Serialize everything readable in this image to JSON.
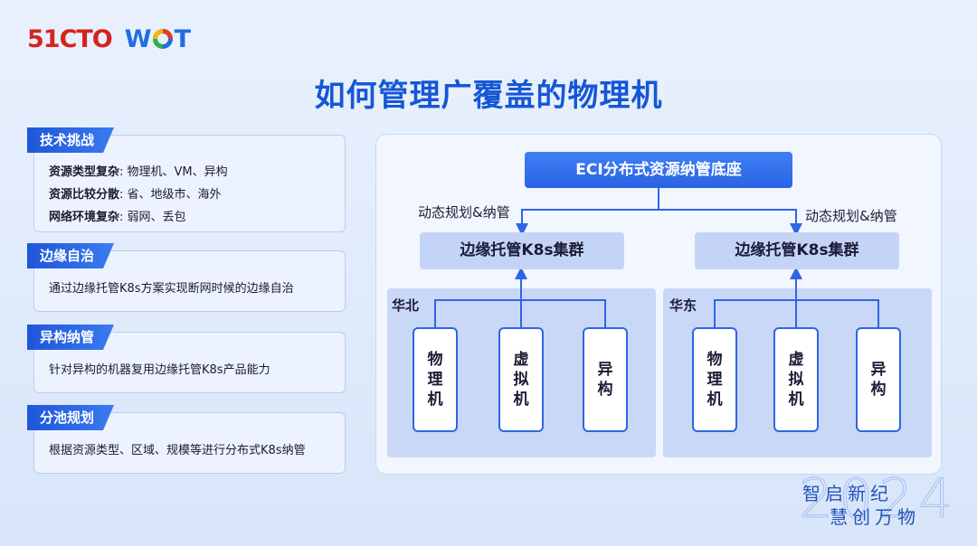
{
  "logo": {
    "brand1": "51CTO",
    "brand2_a": "W",
    "brand2_b": "T"
  },
  "title": "如何管理广覆盖的物理机",
  "panels": [
    {
      "tag": "技术挑战",
      "lines": [
        {
          "label": "资源类型复杂",
          "text": ": 物理机、VM、异构"
        },
        {
          "label": "资源比较分散",
          "text": ": 省、地级市、海外"
        },
        {
          "label": "网络环境复杂",
          "text": ": 弱网、丢包"
        }
      ]
    },
    {
      "tag": "边缘自治",
      "text": "通过边缘托管K8s方案实现断网时候的边缘自治"
    },
    {
      "tag": "异构纳管",
      "text": "针对异构的机器复用边缘托管K8s产品能力"
    },
    {
      "tag": "分池规划",
      "text": "根据资源类型、区域、规模等进行分布式K8s纳管"
    }
  ],
  "diagram": {
    "top": "ECI分布式资源纳管底座",
    "arrow_label_left": "动态规划&纳管",
    "arrow_label_right": "动态规划&纳管",
    "regions": [
      {
        "name": "华北",
        "cluster": "边缘托管K8s集群",
        "nodes": [
          [
            "物",
            "理",
            "机"
          ],
          [
            "虚",
            "拟",
            "机"
          ],
          [
            "异",
            "构"
          ]
        ]
      },
      {
        "name": "华东",
        "cluster": "边缘托管K8s集群",
        "nodes": [
          [
            "物",
            "理",
            "机"
          ],
          [
            "虚",
            "拟",
            "机"
          ],
          [
            "异",
            "构"
          ]
        ]
      }
    ]
  },
  "slogan": {
    "line1": "智启新纪",
    "line2": "慧创万物",
    "year": "2024"
  },
  "colors": {
    "accent": "#1557d6",
    "brand_red": "#d6231e",
    "node_border": "#2d66e6"
  }
}
